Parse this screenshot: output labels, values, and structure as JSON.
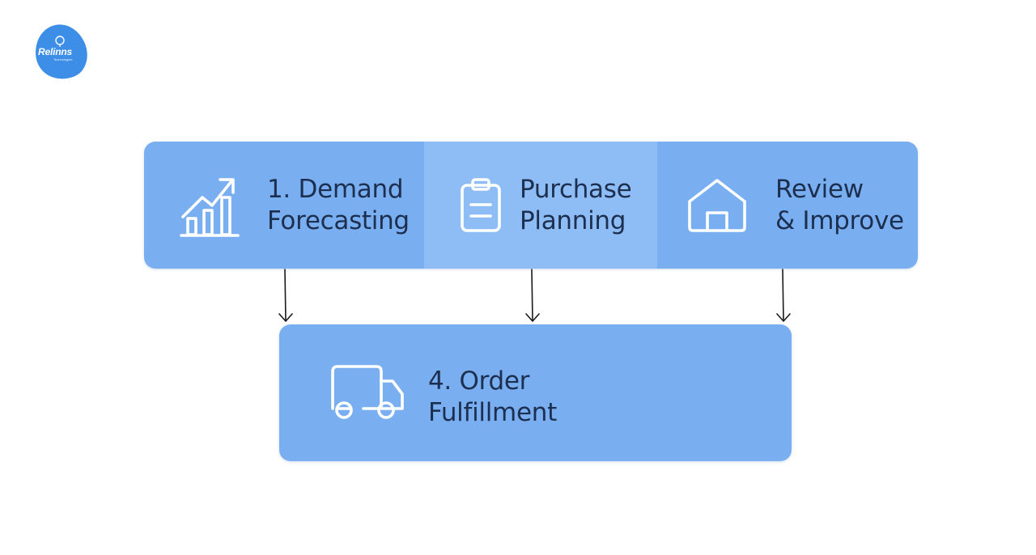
{
  "logo": {
    "name": "Relinns",
    "subtitle": "Technologies",
    "color": "#3d8ee6"
  },
  "steps": [
    {
      "line1": "1. Demand",
      "line2": "Forecasting",
      "icon": "bar-chart-trend-icon"
    },
    {
      "line1": "Purchase",
      "line2": "Planning",
      "icon": "clipboard-icon"
    },
    {
      "line1": "Review",
      "line2": "& Improve",
      "icon": "house-icon"
    }
  ],
  "final_step": {
    "line1": "4. Order",
    "line2": "Fulfillment",
    "icon": "truck-icon"
  },
  "colors": {
    "box": "#79aef1",
    "box_highlight": "#8ebcf4",
    "text": "#1d2f4f",
    "arrow": "#1a1a1a"
  }
}
